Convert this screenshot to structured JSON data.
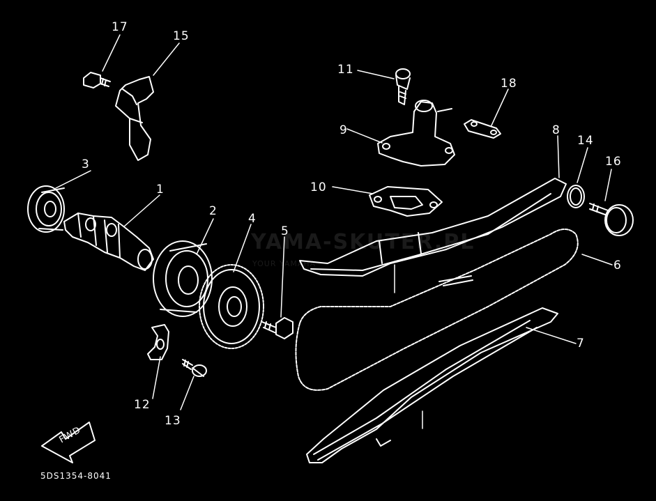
{
  "document_code": "5DS1354-8041",
  "fwd_label": "FWD",
  "watermark": {
    "title": "YAMA-SKUTER.PL",
    "subtitle": "YOUR YAMAHA"
  },
  "callouts": [
    {
      "id": "c1",
      "text": "1"
    },
    {
      "id": "c2",
      "text": "2"
    },
    {
      "id": "c3",
      "text": "3"
    },
    {
      "id": "c4",
      "text": "4"
    },
    {
      "id": "c5",
      "text": "5"
    },
    {
      "id": "c6",
      "text": "6"
    },
    {
      "id": "c7",
      "text": "7"
    },
    {
      "id": "c8",
      "text": "8"
    },
    {
      "id": "c9",
      "text": "9"
    },
    {
      "id": "c10",
      "text": "10"
    },
    {
      "id": "c11",
      "text": "11"
    },
    {
      "id": "c12",
      "text": "12"
    },
    {
      "id": "c13",
      "text": "13"
    },
    {
      "id": "c14",
      "text": "14"
    },
    {
      "id": "c15",
      "text": "15"
    },
    {
      "id": "c16",
      "text": "16"
    },
    {
      "id": "c17",
      "text": "17"
    },
    {
      "id": "c18",
      "text": "18"
    }
  ]
}
